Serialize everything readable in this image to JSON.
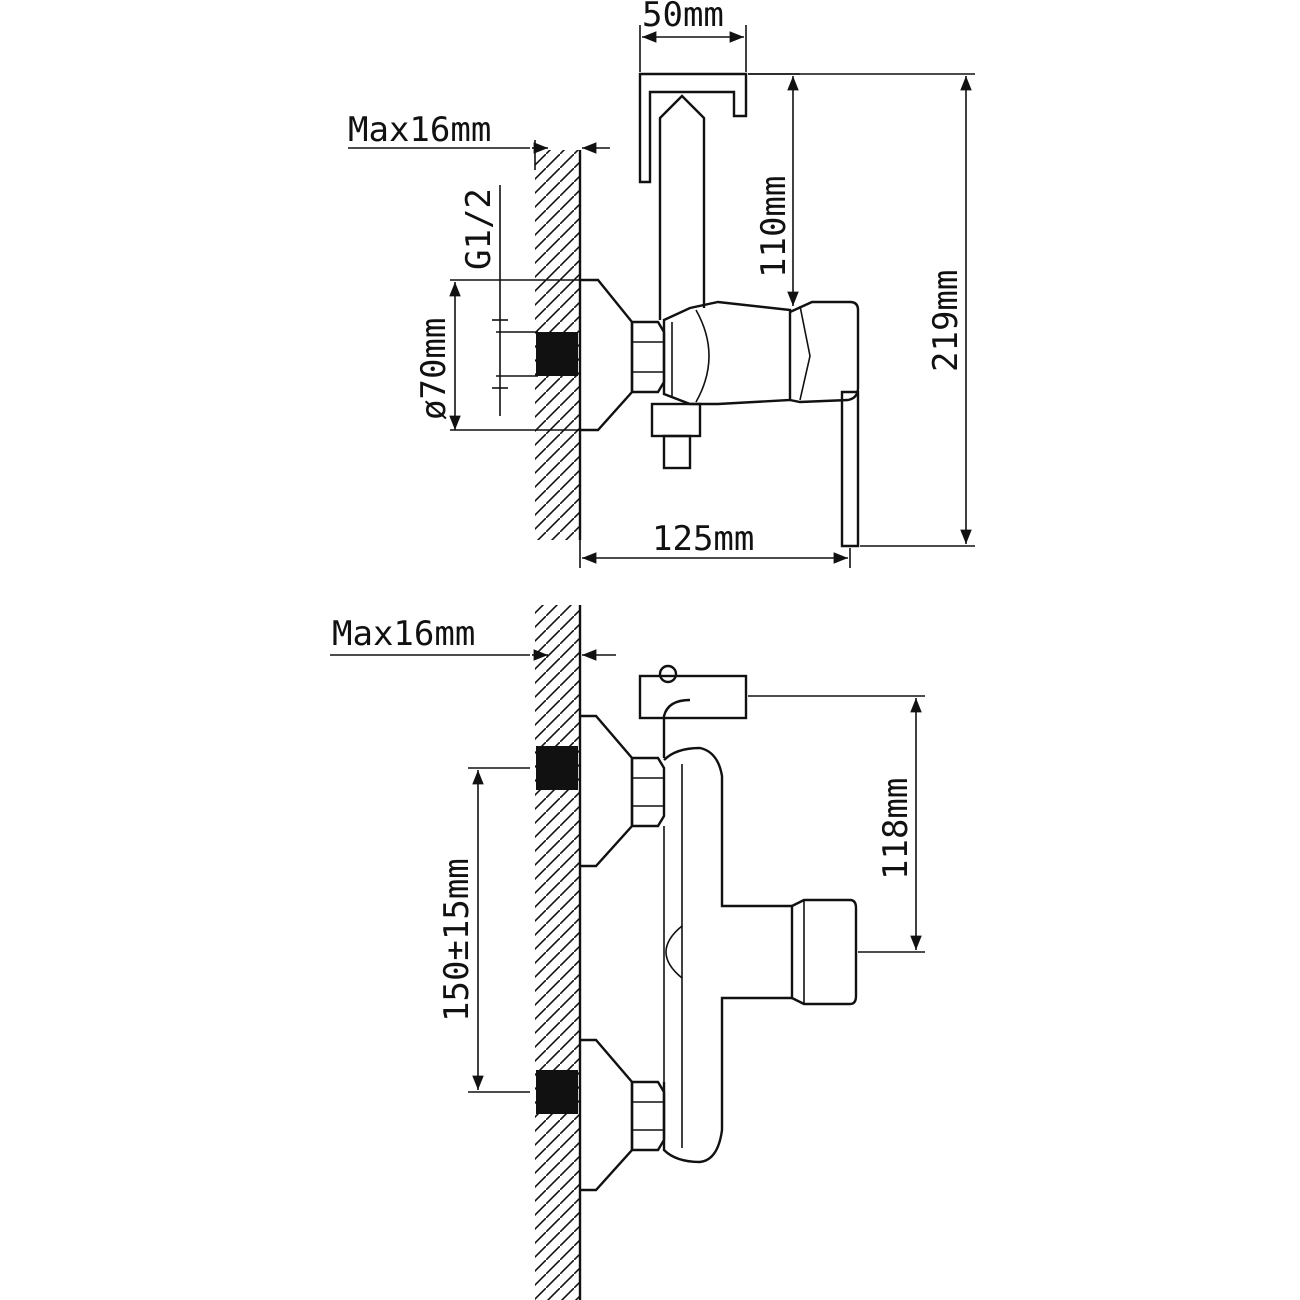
{
  "labels": {
    "width_50": "50mm",
    "wall_max_top": "Max16mm",
    "thread": "G1/2",
    "height_110": "110mm",
    "height_219": "219mm",
    "diameter_70": "ø70mm",
    "depth_125": "125mm",
    "wall_max_bottom": "Max16mm",
    "spacing_150": "150±15mm",
    "height_118": "118mm"
  },
  "colors": {
    "line": "#111111",
    "background": "#ffffff"
  }
}
